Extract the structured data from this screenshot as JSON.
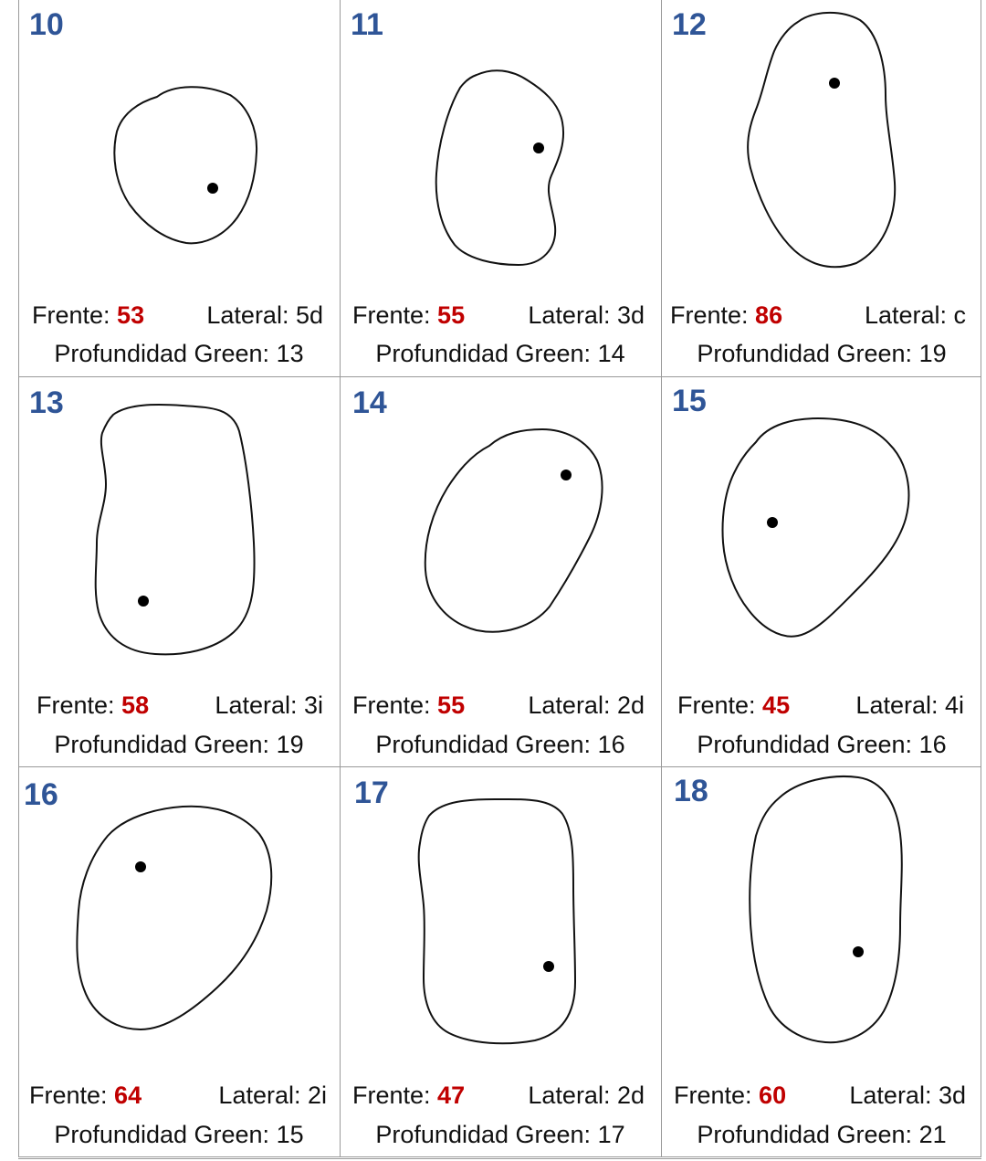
{
  "labels": {
    "frente": "Frente: ",
    "lateral": "Lateral: ",
    "depth": "Profundidad Green: "
  },
  "holes": [
    {
      "number": "10",
      "frente": "53",
      "lateral": "5d",
      "depth": "13"
    },
    {
      "number": "11",
      "frente": "55",
      "lateral": "3d",
      "depth": "14"
    },
    {
      "number": "12",
      "frente": "86",
      "lateral": "c",
      "depth": "19"
    },
    {
      "number": "13",
      "frente": "58",
      "lateral": "3i",
      "depth": "19"
    },
    {
      "number": "14",
      "frente": "55",
      "lateral": "2d",
      "depth": "16"
    },
    {
      "number": "15",
      "frente": "45",
      "lateral": "4i",
      "depth": "16"
    },
    {
      "number": "16",
      "frente": "64",
      "lateral": "2i",
      "depth": "15"
    },
    {
      "number": "17",
      "frente": "47",
      "lateral": "2d",
      "depth": "17"
    },
    {
      "number": "18",
      "frente": "60",
      "lateral": "3d",
      "depth": "21"
    }
  ],
  "colors": {
    "hole_number": "#2f5597",
    "frente_value": "#c00000",
    "text": "#111111",
    "grid_lines": "#9a9a9a"
  }
}
